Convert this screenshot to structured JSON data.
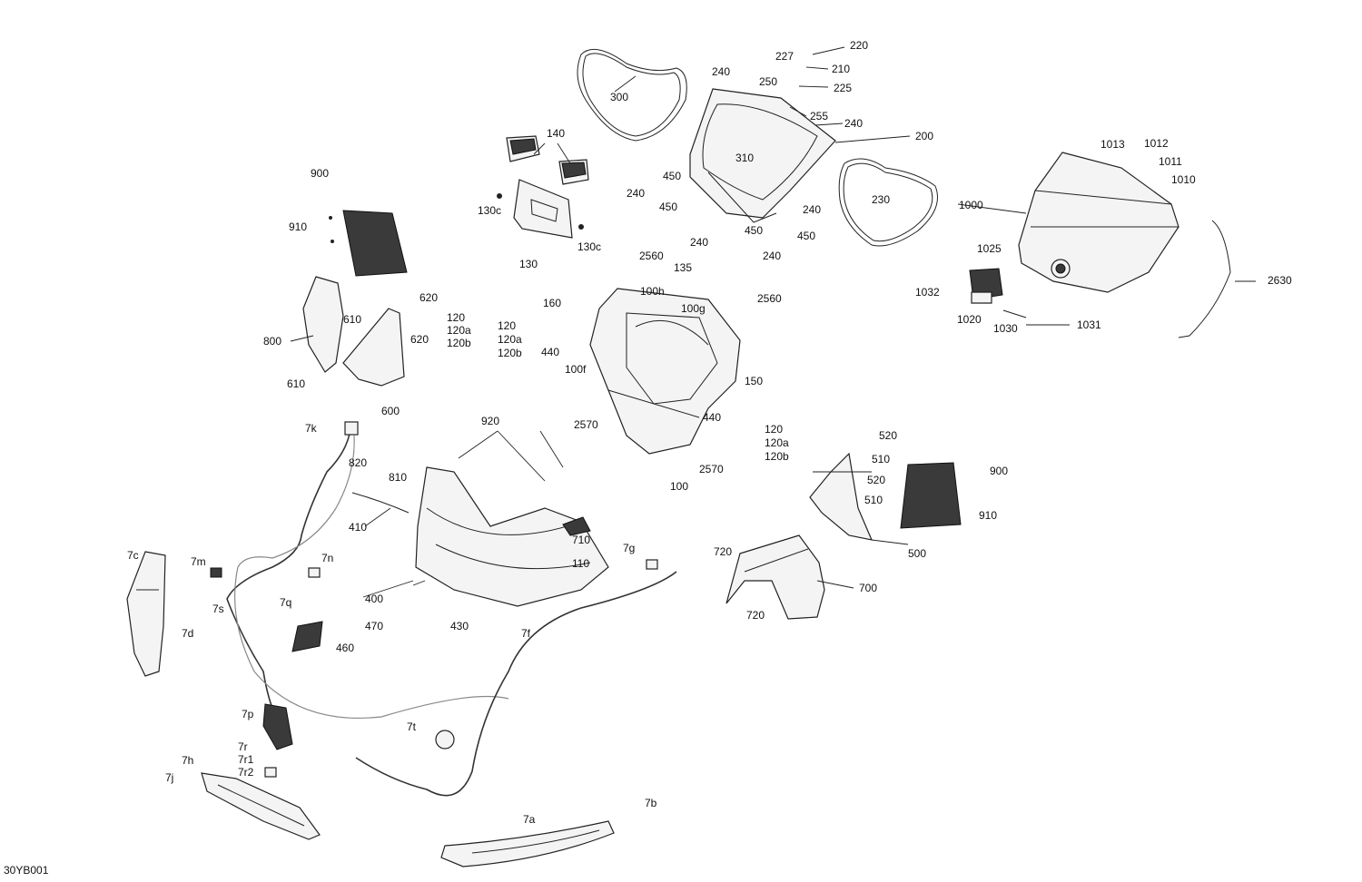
{
  "diagram": {
    "reference": "30YB001",
    "labels": [
      {
        "id": "l220",
        "text": "220"
      },
      {
        "id": "l227",
        "text": "227"
      },
      {
        "id": "l210",
        "text": "210"
      },
      {
        "id": "l240a",
        "text": "240"
      },
      {
        "id": "l250",
        "text": "250"
      },
      {
        "id": "l225",
        "text": "225"
      },
      {
        "id": "l255",
        "text": "255"
      },
      {
        "id": "l240b",
        "text": "240"
      },
      {
        "id": "l200",
        "text": "200"
      },
      {
        "id": "l300",
        "text": "300"
      },
      {
        "id": "l140",
        "text": "140"
      },
      {
        "id": "l310",
        "text": "310"
      },
      {
        "id": "l450a",
        "text": "450"
      },
      {
        "id": "l240c",
        "text": "240"
      },
      {
        "id": "l450b",
        "text": "450"
      },
      {
        "id": "l240d",
        "text": "240"
      },
      {
        "id": "l450c",
        "text": "450"
      },
      {
        "id": "l450d",
        "text": "450"
      },
      {
        "id": "l240e",
        "text": "240"
      },
      {
        "id": "l240f",
        "text": "240"
      },
      {
        "id": "l230",
        "text": "230"
      },
      {
        "id": "l1013",
        "text": "1013"
      },
      {
        "id": "l1012",
        "text": "1012"
      },
      {
        "id": "l1011",
        "text": "1011"
      },
      {
        "id": "l1010",
        "text": "1010"
      },
      {
        "id": "l1000",
        "text": "1000"
      },
      {
        "id": "l900a",
        "text": "900"
      },
      {
        "id": "l910a",
        "text": "910"
      },
      {
        "id": "l130c1",
        "text": "130c"
      },
      {
        "id": "l130c2",
        "text": "130c"
      },
      {
        "id": "l130",
        "text": "130"
      },
      {
        "id": "l135",
        "text": "135"
      },
      {
        "id": "l2560a",
        "text": "2560"
      },
      {
        "id": "l2560b",
        "text": "2560"
      },
      {
        "id": "l100h",
        "text": "100h"
      },
      {
        "id": "l100g",
        "text": "100g"
      },
      {
        "id": "l1025",
        "text": "1025"
      },
      {
        "id": "l1032",
        "text": "1032"
      },
      {
        "id": "l1020",
        "text": "1020"
      },
      {
        "id": "l1030",
        "text": "1030"
      },
      {
        "id": "l1031",
        "text": "1031"
      },
      {
        "id": "l2630",
        "text": "2630"
      },
      {
        "id": "l620a",
        "text": "620"
      },
      {
        "id": "l610a",
        "text": "610"
      },
      {
        "id": "l120a1",
        "text": "120"
      },
      {
        "id": "l120a2",
        "text": "120a"
      },
      {
        "id": "l120a3",
        "text": "120b"
      },
      {
        "id": "l620b",
        "text": "620"
      },
      {
        "id": "l800",
        "text": "800"
      },
      {
        "id": "l610b",
        "text": "610"
      },
      {
        "id": "l600",
        "text": "600"
      },
      {
        "id": "l160",
        "text": "160"
      },
      {
        "id": "l120b1",
        "text": "120"
      },
      {
        "id": "l120b2",
        "text": "120a"
      },
      {
        "id": "l120b3",
        "text": "120b"
      },
      {
        "id": "l440a",
        "text": "440"
      },
      {
        "id": "l100f",
        "text": "100f"
      },
      {
        "id": "l150",
        "text": "150"
      },
      {
        "id": "l440b",
        "text": "440"
      },
      {
        "id": "l2570a",
        "text": "2570"
      },
      {
        "id": "l120c1",
        "text": "120"
      },
      {
        "id": "l120c2",
        "text": "120a"
      },
      {
        "id": "l120c3",
        "text": "120b"
      },
      {
        "id": "l2570b",
        "text": "2570"
      },
      {
        "id": "l100",
        "text": "100"
      },
      {
        "id": "l520a",
        "text": "520"
      },
      {
        "id": "l510a",
        "text": "510"
      },
      {
        "id": "l520b",
        "text": "520"
      },
      {
        "id": "l510b",
        "text": "510"
      },
      {
        "id": "l900b",
        "text": "900"
      },
      {
        "id": "l910b",
        "text": "910"
      },
      {
        "id": "l500",
        "text": "500"
      },
      {
        "id": "l7k",
        "text": "7k"
      },
      {
        "id": "l920",
        "text": "920"
      },
      {
        "id": "l820",
        "text": "820"
      },
      {
        "id": "l810",
        "text": "810"
      },
      {
        "id": "l410",
        "text": "410"
      },
      {
        "id": "l710",
        "text": "710"
      },
      {
        "id": "l110",
        "text": "110"
      },
      {
        "id": "l7g",
        "text": "7g"
      },
      {
        "id": "l720a",
        "text": "720"
      },
      {
        "id": "l700",
        "text": "700"
      },
      {
        "id": "l720b",
        "text": "720"
      },
      {
        "id": "l7c",
        "text": "7c"
      },
      {
        "id": "l7m",
        "text": "7m"
      },
      {
        "id": "l7n",
        "text": "7n"
      },
      {
        "id": "l400",
        "text": "400"
      },
      {
        "id": "l7s",
        "text": "7s"
      },
      {
        "id": "l7q",
        "text": "7q"
      },
      {
        "id": "l470",
        "text": "470"
      },
      {
        "id": "l7d",
        "text": "7d"
      },
      {
        "id": "l460",
        "text": "460"
      },
      {
        "id": "l430",
        "text": "430"
      },
      {
        "id": "l7f",
        "text": "7f"
      },
      {
        "id": "l7p",
        "text": "7p"
      },
      {
        "id": "l7t",
        "text": "7t"
      },
      {
        "id": "l7r",
        "text": "7r"
      },
      {
        "id": "l7r1",
        "text": "7r1"
      },
      {
        "id": "l7r2",
        "text": "7r2"
      },
      {
        "id": "l7h",
        "text": "7h"
      },
      {
        "id": "l7j",
        "text": "7j"
      },
      {
        "id": "l7b",
        "text": "7b"
      },
      {
        "id": "l7a",
        "text": "7a"
      }
    ]
  }
}
